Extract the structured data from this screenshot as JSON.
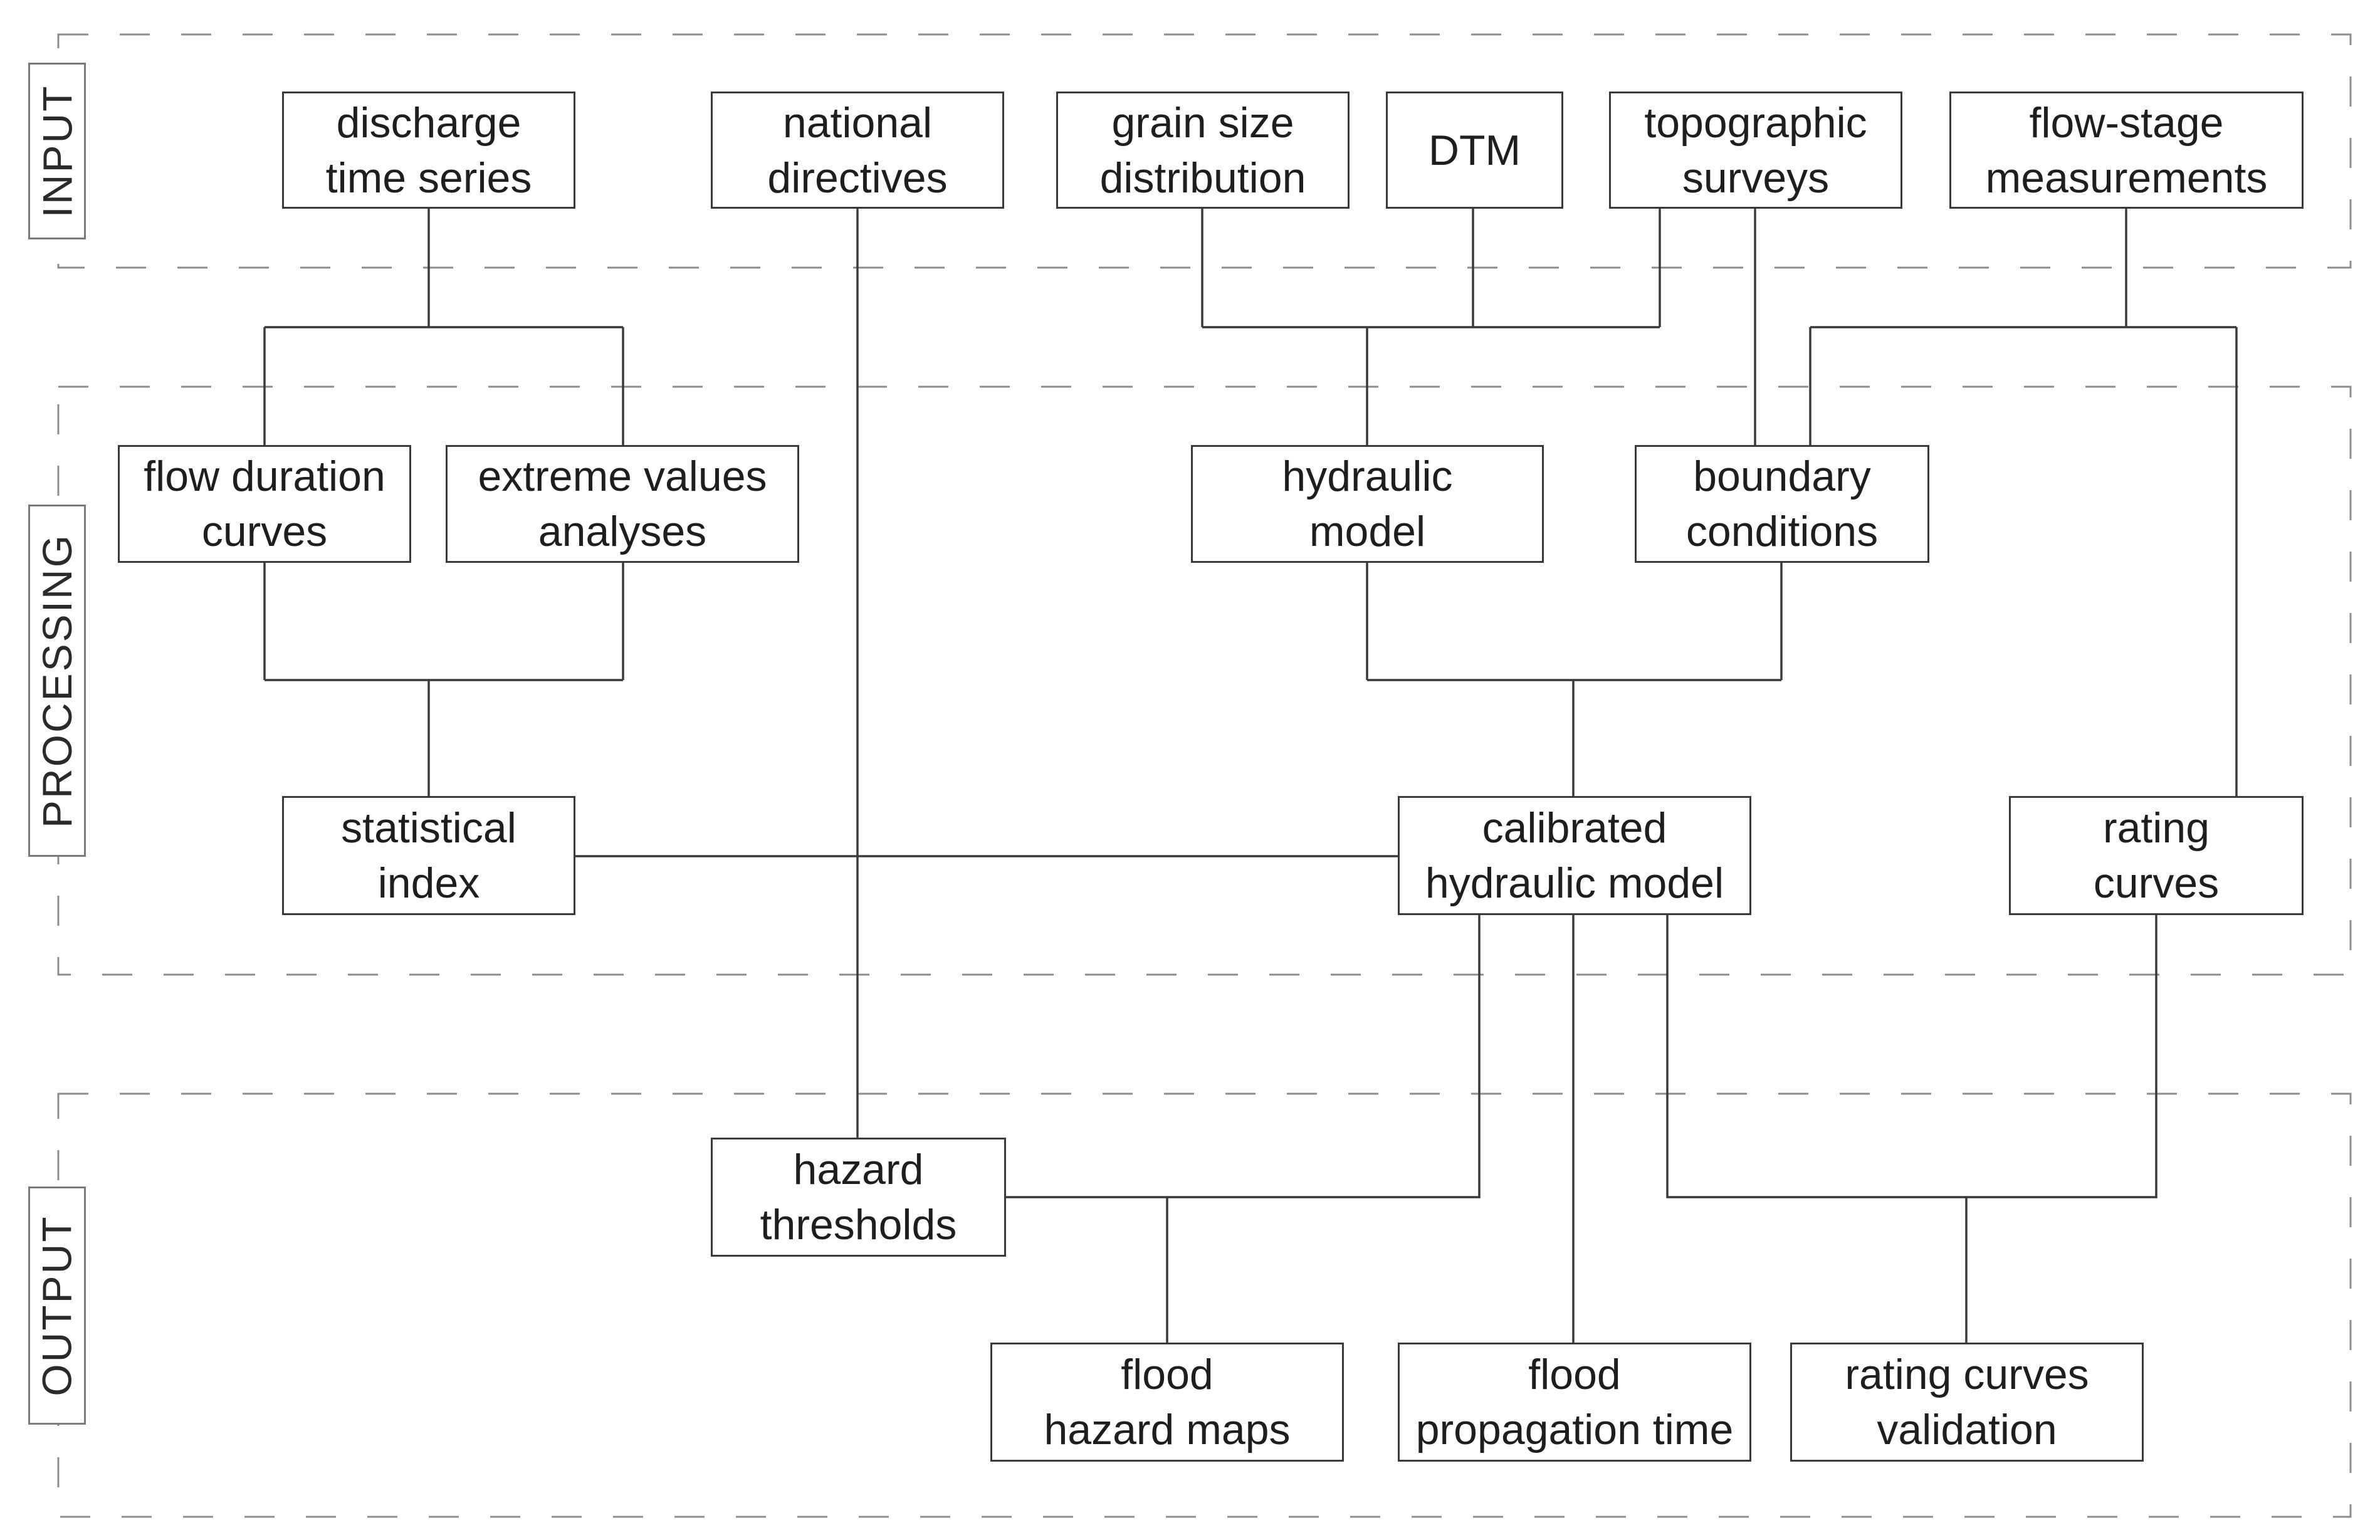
{
  "sections": {
    "input": "INPUT",
    "processing": "PROCESSING",
    "output": "OUTPUT"
  },
  "nodes": {
    "discharge": [
      "discharge",
      "time series"
    ],
    "directives": [
      "national",
      "directives"
    ],
    "grain": [
      "grain size",
      "distribution"
    ],
    "dtm": [
      "DTM"
    ],
    "topo": [
      "topographic",
      "surveys"
    ],
    "flowstage": [
      "flow-stage",
      "measurements"
    ],
    "flowdur": [
      "flow duration",
      "curves"
    ],
    "extreme": [
      "extreme values",
      "analyses"
    ],
    "hydraulic": [
      "hydraulic",
      "model"
    ],
    "boundary": [
      "boundary",
      "conditions"
    ],
    "statidx": [
      "statistical",
      "index"
    ],
    "calibrated": [
      "calibrated",
      "hydraulic model"
    ],
    "rating": [
      "rating",
      "curves"
    ],
    "hazardthr": [
      "hazard",
      "thresholds"
    ],
    "floodmaps": [
      "flood",
      "hazard maps"
    ],
    "floodprop": [
      "flood",
      "propagation time"
    ],
    "ratingval": [
      "rating curves",
      "validation"
    ]
  },
  "colors": {
    "line": "#3a3a3a",
    "dashed_border": "#8c8c8c",
    "text": "#1e1e1e"
  }
}
